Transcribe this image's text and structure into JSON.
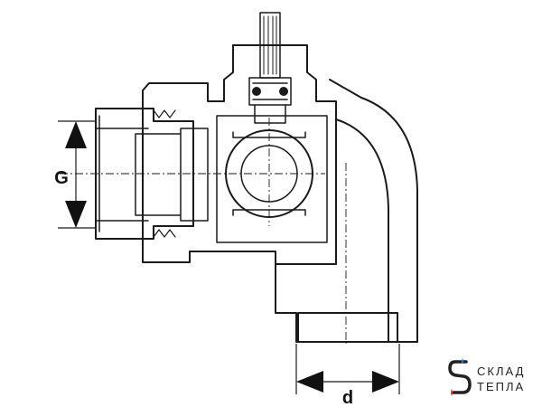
{
  "diagram": {
    "labels": {
      "thread": "G",
      "outlet_diameter": "d"
    }
  },
  "brand": {
    "line1": "СКЛАД",
    "line2": "ТЕПЛА",
    "accent_red": "#e53935",
    "accent_blue": "#1e88e5"
  },
  "colors": {
    "stroke": "#1a1a1a",
    "paper": "#ffffff"
  }
}
